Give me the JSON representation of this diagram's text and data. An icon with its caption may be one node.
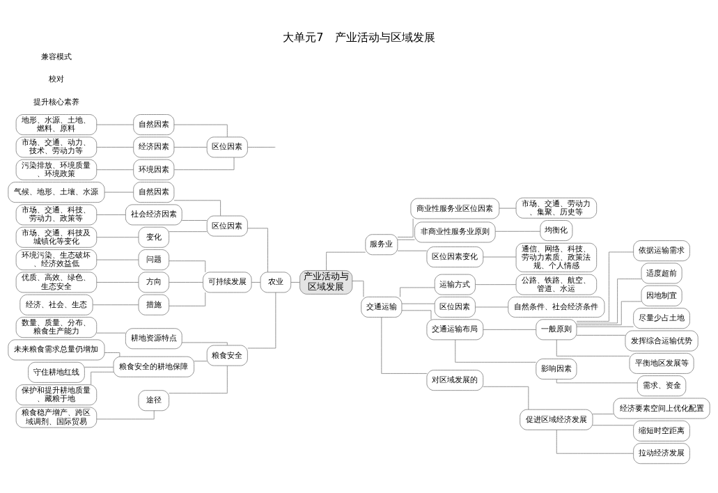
{
  "diagram": {
    "title": "大单元7　产业活动与区域发展",
    "nodes": [
      {
        "text": [
          "产业活动与区域发展"
        ]
      },
      {
        "text": [
          "农业"
        ]
      },
      {
        "text": [
          "区位因素"
        ]
      },
      {
        "text": [
          "自然因素"
        ]
      },
      {
        "text": [
          "气候、地形、土壤、水源"
        ]
      },
      {
        "text": [
          "社会经济因素"
        ]
      },
      {
        "text": [
          "市场、交通、科技、劳动力、政策等"
        ]
      },
      {
        "text": [
          "变化"
        ]
      },
      {
        "text": [
          "市场、交通、科技及城镇化等变化"
        ]
      },
      {
        "text": [
          "可持续发展"
        ]
      },
      {
        "text": [
          "问题"
        ]
      },
      {
        "text": [
          "环境污染、生态破坏、经济效益低"
        ]
      },
      {
        "text": [
          "方向"
        ]
      },
      {
        "text": [
          "优质、高效、绿色、生态安全"
        ]
      },
      {
        "text": [
          "措施"
        ]
      },
      {
        "text": [
          "经济、社会、生态"
        ]
      },
      {
        "text": [
          "粮食安全"
        ]
      },
      {
        "text": [
          "耕地资源特点"
        ]
      },
      {
        "text": [
          "数量、质量、分布、粮食生产能力"
        ]
      },
      {
        "text": [
          "粮食安全的耕地保障"
        ]
      },
      {
        "text": [
          "未来粮食需求总量仍增加"
        ]
      },
      {
        "text": [
          "守住耕地红线"
        ]
      },
      {
        "text": [
          "保护和提升耕地质量、藏粮于地"
        ]
      },
      {
        "text": [
          "途径"
        ]
      },
      {
        "text": [
          "粮食稳产增产、跨区域调剂、国际贸易"
        ]
      },
      {
        "text": [
          "区位因素"
        ]
      },
      {
        "text": [
          "自然因素"
        ]
      },
      {
        "text": [
          "地形、水源、土地、燃料、原料"
        ]
      },
      {
        "text": [
          "经济因素"
        ]
      },
      {
        "text": [
          "市场、交通、动力、技术、劳动力等"
        ]
      },
      {
        "text": [
          "环境因素"
        ]
      },
      {
        "text": [
          "污染排放、环境质量、环境政策"
        ]
      },
      {
        "text": [
          "服务业"
        ]
      },
      {
        "text": [
          "商业性服务业区位因素"
        ]
      },
      {
        "text": [
          "市场、交通、劳动力、集聚、历史等"
        ]
      },
      {
        "text": [
          "非商业性服务业原则"
        ]
      },
      {
        "text": [
          "均衡化"
        ]
      },
      {
        "text": [
          "区位因素变化"
        ]
      },
      {
        "text": [
          "通信、网络、科技、劳动力素质、政策法规、个人情感"
        ]
      },
      {
        "text": [
          "交通运输"
        ]
      },
      {
        "text": [
          "运输方式"
        ]
      },
      {
        "text": [
          "公路、铁路、航空、管道、水运"
        ]
      },
      {
        "text": [
          "区位因素"
        ]
      },
      {
        "text": [
          "自然条件、社会经济条件"
        ]
      },
      {
        "text": [
          "交通运输布局"
        ]
      },
      {
        "text": [
          "一般原则"
        ]
      },
      {
        "text": [
          "依据运输需求"
        ]
      },
      {
        "text": [
          "适度超前"
        ]
      },
      {
        "text": [
          "因地制宜"
        ]
      },
      {
        "text": [
          "尽量少占土地"
        ]
      },
      {
        "text": [
          "发挥综合运输优势"
        ]
      },
      {
        "text": [
          "平衡地区发展等"
        ]
      },
      {
        "text": [
          "影响因素"
        ]
      },
      {
        "text": [
          "需求、资金"
        ]
      },
      {
        "text": [
          "对区域发展的"
        ]
      },
      {
        "text": [
          "促进区域经济发展"
        ]
      },
      {
        "text": [
          "经济要素空间上优化配置"
        ]
      },
      {
        "text": [
          "缩短时空距离"
        ]
      },
      {
        "text": [
          "拉动经济发展"
        ]
      }
    ],
    "edges": [
      {
        "from": 0,
        "to": 1,
        "arrow": "none"
      },
      {
        "from": 1,
        "to": 2,
        "arrow": "none"
      },
      {
        "from": 2,
        "to": 3,
        "arrow": "none"
      },
      {
        "from": 3,
        "to": 4,
        "arrow": "none"
      },
      {
        "from": 2,
        "to": 5,
        "arrow": "none"
      },
      {
        "from": 5,
        "to": 6,
        "arrow": "none"
      },
      {
        "from": 2,
        "to": 7,
        "arrow": "none"
      },
      {
        "from": 7,
        "to": 8,
        "arrow": "none"
      },
      {
        "from": 1,
        "to": 9,
        "arrow": "none"
      },
      {
        "from": 9,
        "to": 10,
        "arrow": "none"
      },
      {
        "from": 10,
        "to": 11,
        "arrow": "none"
      },
      {
        "from": 9,
        "to": 12,
        "arrow": "none"
      },
      {
        "from": 12,
        "to": 13,
        "arrow": "none"
      },
      {
        "from": 9,
        "to": 14,
        "arrow": "none"
      },
      {
        "from": 14,
        "to": 15,
        "arrow": "none"
      },
      {
        "from": 1,
        "to": 16,
        "arrow": "none"
      },
      {
        "from": 16,
        "to": 17,
        "arrow": "none"
      },
      {
        "from": 17,
        "to": 18,
        "arrow": "none"
      },
      {
        "from": 16,
        "to": 19,
        "arrow": "none"
      },
      {
        "from": 19,
        "to": 20,
        "arrow": "none"
      },
      {
        "from": 19,
        "to": 21,
        "arrow": "none"
      },
      {
        "from": 19,
        "to": 22,
        "arrow": "none"
      },
      {
        "from": 16,
        "to": 23,
        "arrow": "none"
      },
      {
        "from": 23,
        "to": 24,
        "arrow": "none"
      },
      {
        "from": null,
        "to": 25,
        "arrow": "none"
      },
      {
        "from": 25,
        "to": 26,
        "arrow": "none"
      },
      {
        "from": 26,
        "to": 27,
        "arrow": "none"
      },
      {
        "from": 25,
        "to": 28,
        "arrow": "none"
      },
      {
        "from": 28,
        "to": 29,
        "arrow": "none"
      },
      {
        "from": 25,
        "to": 30,
        "arrow": "none"
      },
      {
        "from": 30,
        "to": 31,
        "arrow": "none"
      },
      {
        "from": 0,
        "to": 32,
        "arrow": "none"
      },
      {
        "from": 32,
        "to": 33,
        "arrow": "none"
      },
      {
        "from": 33,
        "to": 34,
        "arrow": "none"
      },
      {
        "from": 32,
        "to": 35,
        "arrow": "none"
      },
      {
        "from": 35,
        "to": 36,
        "arrow": "none"
      },
      {
        "from": 32,
        "to": 37,
        "arrow": "none"
      },
      {
        "from": 37,
        "to": 38,
        "arrow": "none"
      },
      {
        "from": 0,
        "to": 39,
        "arrow": "none"
      },
      {
        "from": 39,
        "to": 40,
        "arrow": "none"
      },
      {
        "from": 40,
        "to": 41,
        "arrow": "none"
      },
      {
        "from": 39,
        "to": 42,
        "arrow": "none"
      },
      {
        "from": 42,
        "to": 43,
        "arrow": "none"
      },
      {
        "from": 39,
        "to": 44,
        "arrow": "none"
      },
      {
        "from": 44,
        "to": 45,
        "arrow": "none"
      },
      {
        "from": 45,
        "to": 46,
        "arrow": "none"
      },
      {
        "from": 45,
        "to": 47,
        "arrow": "none"
      },
      {
        "from": 45,
        "to": 48,
        "arrow": "none"
      },
      {
        "from": 45,
        "to": 49,
        "arrow": "none"
      },
      {
        "from": 45,
        "to": 50,
        "arrow": "none"
      },
      {
        "from": 45,
        "to": 51,
        "arrow": "none"
      },
      {
        "from": 44,
        "to": 52,
        "arrow": "none"
      },
      {
        "from": 52,
        "to": 53,
        "arrow": "none"
      },
      {
        "from": 39,
        "to": 54,
        "arrow": "none"
      },
      {
        "from": 54,
        "to": 55,
        "arrow": "none"
      },
      {
        "from": 55,
        "to": 56,
        "arrow": "none"
      },
      {
        "from": 55,
        "to": 57,
        "arrow": "none"
      },
      {
        "from": 55,
        "to": 58,
        "arrow": "none"
      }
    ],
    "labels": [
      "提升核心素养",
      "校对",
      "兼容模式"
    ]
  }
}
